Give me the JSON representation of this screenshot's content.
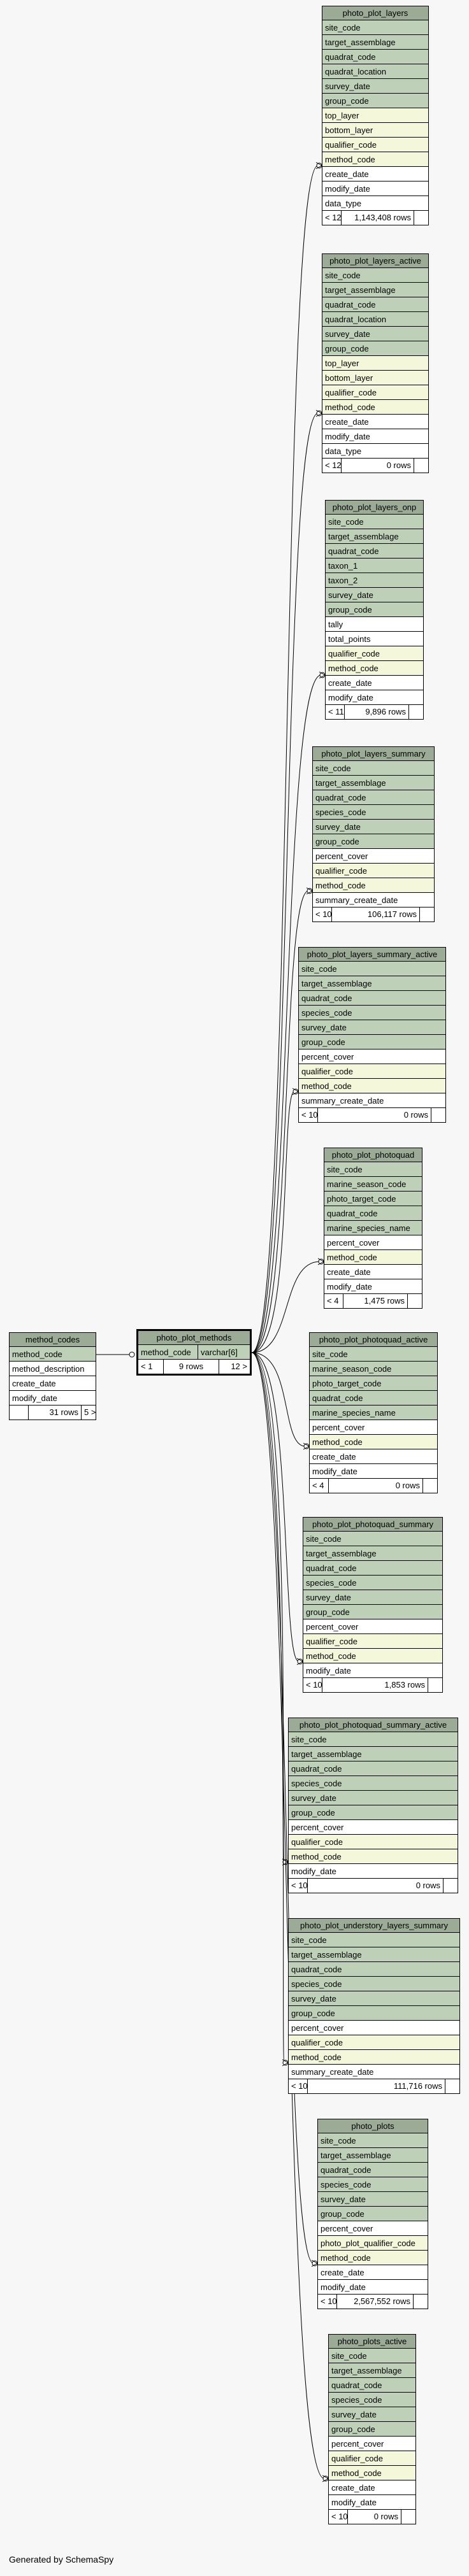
{
  "footer_text": "Generated by SchemaSpy",
  "tables": [
    {
      "name": "photo_plot_layers",
      "rows": [
        [
          "site_code",
          "pk"
        ],
        [
          "target_assemblage",
          "pk"
        ],
        [
          "quadrat_code",
          "pk"
        ],
        [
          "quadrat_location",
          "pk"
        ],
        [
          "survey_date",
          "pk"
        ],
        [
          "group_code",
          "pk"
        ],
        [
          "top_layer",
          "fk"
        ],
        [
          "bottom_layer",
          "fk"
        ],
        [
          "qualifier_code",
          "fk"
        ],
        [
          "method_code",
          "fk"
        ],
        [
          "create_date",
          "plain"
        ],
        [
          "modify_date",
          "plain"
        ],
        [
          "data_type",
          "plain"
        ]
      ],
      "footer": [
        "< 12",
        "1,143,408 rows",
        ""
      ]
    },
    {
      "name": "photo_plot_layers_active",
      "rows": [
        [
          "site_code",
          "pk"
        ],
        [
          "target_assemblage",
          "pk"
        ],
        [
          "quadrat_code",
          "pk"
        ],
        [
          "quadrat_location",
          "pk"
        ],
        [
          "survey_date",
          "pk"
        ],
        [
          "group_code",
          "pk"
        ],
        [
          "top_layer",
          "fk"
        ],
        [
          "bottom_layer",
          "fk"
        ],
        [
          "qualifier_code",
          "fk"
        ],
        [
          "method_code",
          "fk"
        ],
        [
          "create_date",
          "plain"
        ],
        [
          "modify_date",
          "plain"
        ],
        [
          "data_type",
          "plain"
        ]
      ],
      "footer": [
        "< 12",
        "0 rows",
        ""
      ]
    },
    {
      "name": "photo_plot_layers_onp",
      "rows": [
        [
          "site_code",
          "pk"
        ],
        [
          "target_assemblage",
          "pk"
        ],
        [
          "quadrat_code",
          "pk"
        ],
        [
          "taxon_1",
          "pk"
        ],
        [
          "taxon_2",
          "pk"
        ],
        [
          "survey_date",
          "pk"
        ],
        [
          "group_code",
          "pk"
        ],
        [
          "tally",
          "plain"
        ],
        [
          "total_points",
          "plain"
        ],
        [
          "qualifier_code",
          "fk"
        ],
        [
          "method_code",
          "fk"
        ],
        [
          "create_date",
          "plain"
        ],
        [
          "modify_date",
          "plain"
        ]
      ],
      "footer": [
        "< 11",
        "9,896 rows",
        ""
      ]
    },
    {
      "name": "photo_plot_layers_summary",
      "rows": [
        [
          "site_code",
          "pk"
        ],
        [
          "target_assemblage",
          "pk"
        ],
        [
          "quadrat_code",
          "pk"
        ],
        [
          "species_code",
          "pk"
        ],
        [
          "survey_date",
          "pk"
        ],
        [
          "group_code",
          "pk"
        ],
        [
          "percent_cover",
          "plain"
        ],
        [
          "qualifier_code",
          "fk"
        ],
        [
          "method_code",
          "fk"
        ],
        [
          "summary_create_date",
          "plain"
        ]
      ],
      "footer": [
        "< 10",
        "106,117 rows",
        ""
      ]
    },
    {
      "name": "photo_plot_layers_summary_active",
      "rows": [
        [
          "site_code",
          "pk"
        ],
        [
          "target_assemblage",
          "pk"
        ],
        [
          "quadrat_code",
          "pk"
        ],
        [
          "species_code",
          "pk"
        ],
        [
          "survey_date",
          "pk"
        ],
        [
          "group_code",
          "pk"
        ],
        [
          "percent_cover",
          "plain"
        ],
        [
          "qualifier_code",
          "fk"
        ],
        [
          "method_code",
          "fk"
        ],
        [
          "summary_create_date",
          "plain"
        ]
      ],
      "footer": [
        "< 10",
        "0 rows",
        ""
      ]
    },
    {
      "name": "photo_plot_photoquad",
      "rows": [
        [
          "site_code",
          "pk"
        ],
        [
          "marine_season_code",
          "pk"
        ],
        [
          "photo_target_code",
          "pk"
        ],
        [
          "quadrat_code",
          "pk"
        ],
        [
          "marine_species_name",
          "pk"
        ],
        [
          "percent_cover",
          "plain"
        ],
        [
          "method_code",
          "fk"
        ],
        [
          "create_date",
          "plain"
        ],
        [
          "modify_date",
          "plain"
        ]
      ],
      "footer": [
        "< 4",
        "1,475 rows",
        ""
      ]
    },
    {
      "name": "photo_plot_photoquad_active",
      "rows": [
        [
          "site_code",
          "pk"
        ],
        [
          "marine_season_code",
          "pk"
        ],
        [
          "photo_target_code",
          "pk"
        ],
        [
          "quadrat_code",
          "pk"
        ],
        [
          "marine_species_name",
          "pk"
        ],
        [
          "percent_cover",
          "plain"
        ],
        [
          "method_code",
          "fk"
        ],
        [
          "create_date",
          "plain"
        ],
        [
          "modify_date",
          "plain"
        ]
      ],
      "footer": [
        "< 4",
        "0 rows",
        ""
      ]
    },
    {
      "name": "photo_plot_photoquad_summary",
      "rows": [
        [
          "site_code",
          "pk"
        ],
        [
          "target_assemblage",
          "pk"
        ],
        [
          "quadrat_code",
          "pk"
        ],
        [
          "species_code",
          "pk"
        ],
        [
          "survey_date",
          "pk"
        ],
        [
          "group_code",
          "pk"
        ],
        [
          "percent_cover",
          "plain"
        ],
        [
          "qualifier_code",
          "fk"
        ],
        [
          "method_code",
          "fk"
        ],
        [
          "modify_date",
          "plain"
        ]
      ],
      "footer": [
        "< 10",
        "1,853 rows",
        ""
      ]
    },
    {
      "name": "photo_plot_photoquad_summary_active",
      "rows": [
        [
          "site_code",
          "pk"
        ],
        [
          "target_assemblage",
          "pk"
        ],
        [
          "quadrat_code",
          "pk"
        ],
        [
          "species_code",
          "pk"
        ],
        [
          "survey_date",
          "pk"
        ],
        [
          "group_code",
          "pk"
        ],
        [
          "percent_cover",
          "plain"
        ],
        [
          "qualifier_code",
          "fk"
        ],
        [
          "method_code",
          "fk"
        ],
        [
          "modify_date",
          "plain"
        ]
      ],
      "footer": [
        "< 10",
        "0 rows",
        ""
      ]
    },
    {
      "name": "photo_plot_understory_layers_summary",
      "rows": [
        [
          "site_code",
          "pk"
        ],
        [
          "target_assemblage",
          "pk"
        ],
        [
          "quadrat_code",
          "pk"
        ],
        [
          "species_code",
          "pk"
        ],
        [
          "survey_date",
          "pk"
        ],
        [
          "group_code",
          "pk"
        ],
        [
          "percent_cover",
          "plain"
        ],
        [
          "qualifier_code",
          "fk"
        ],
        [
          "method_code",
          "fk"
        ],
        [
          "summary_create_date",
          "plain"
        ]
      ],
      "footer": [
        "< 10",
        "111,716 rows",
        ""
      ]
    },
    {
      "name": "photo_plots",
      "rows": [
        [
          "site_code",
          "pk"
        ],
        [
          "target_assemblage",
          "pk"
        ],
        [
          "quadrat_code",
          "pk"
        ],
        [
          "species_code",
          "pk"
        ],
        [
          "survey_date",
          "pk"
        ],
        [
          "group_code",
          "pk"
        ],
        [
          "percent_cover",
          "plain"
        ],
        [
          "photo_plot_qualifier_code",
          "fk"
        ],
        [
          "method_code",
          "fk"
        ],
        [
          "create_date",
          "plain"
        ],
        [
          "modify_date",
          "plain"
        ]
      ],
      "footer": [
        "< 10",
        "2,567,552 rows",
        ""
      ]
    },
    {
      "name": "photo_plots_active",
      "rows": [
        [
          "site_code",
          "pk"
        ],
        [
          "target_assemblage",
          "pk"
        ],
        [
          "quadrat_code",
          "pk"
        ],
        [
          "species_code",
          "pk"
        ],
        [
          "survey_date",
          "pk"
        ],
        [
          "group_code",
          "pk"
        ],
        [
          "percent_cover",
          "plain"
        ],
        [
          "qualifier_code",
          "fk"
        ],
        [
          "method_code",
          "fk"
        ],
        [
          "create_date",
          "plain"
        ],
        [
          "modify_date",
          "plain"
        ]
      ],
      "footer": [
        "< 10",
        "0 rows",
        ""
      ]
    },
    {
      "name": "method_codes",
      "rows": [
        [
          "method_code",
          "pk"
        ],
        [
          "method_description",
          "plain"
        ],
        [
          "create_date",
          "plain"
        ],
        [
          "modify_date",
          "plain"
        ]
      ],
      "footer": [
        "",
        "31 rows",
        "5 >"
      ]
    }
  ],
  "center_table": {
    "name": "photo_plot_methods",
    "rows": [
      [
        "method_code",
        "varchar[6]"
      ]
    ],
    "footer": [
      "< 1",
      "9 rows",
      "12 >"
    ]
  }
}
